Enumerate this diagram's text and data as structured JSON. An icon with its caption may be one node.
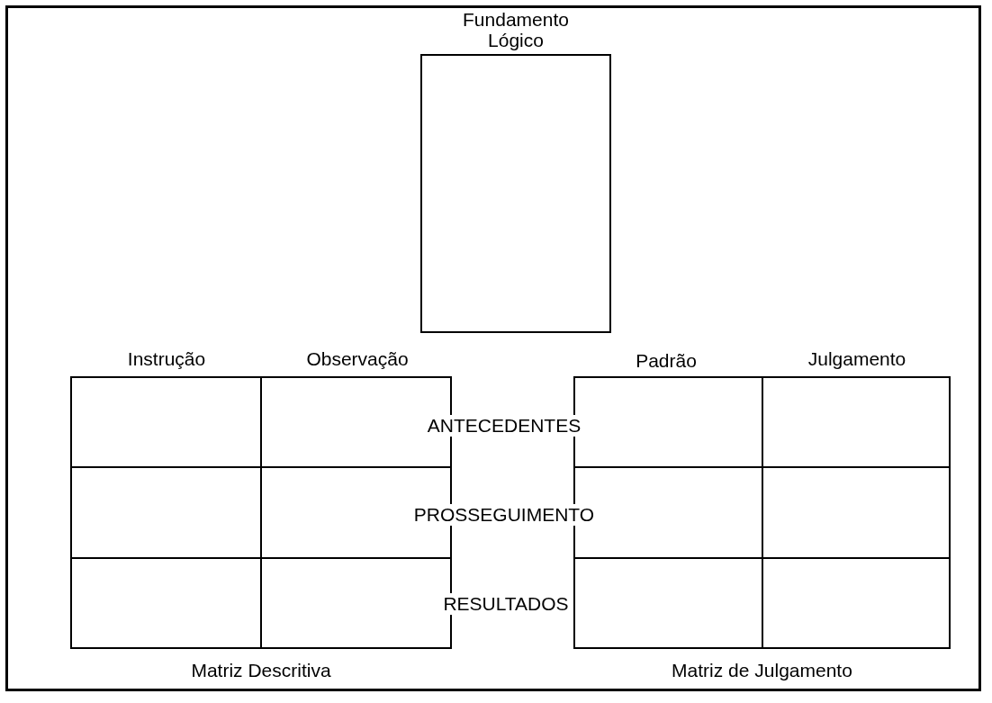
{
  "diagram": {
    "nodes": [
      {
        "text": [
          "Fundamento Lógico"
        ]
      },
      {
        "text": [],
        "shape": "box",
        "beside": [
          "Matriz Descritiva"
        ]
      },
      {
        "text": [],
        "shape": "box",
        "in": 1
      },
      {
        "text": [],
        "shape": "box",
        "in": 1
      },
      {
        "text": [],
        "shape": "box",
        "in": 1
      },
      {
        "text": [],
        "shape": "box",
        "in": 1
      },
      {
        "text": [],
        "shape": "box",
        "in": 1
      },
      {
        "text": [],
        "shape": "box",
        "in": 1
      },
      {
        "text": [],
        "shape": "box",
        "beside": [
          "Matriz de Julgamento"
        ]
      },
      {
        "text": [],
        "shape": "box",
        "in": 8
      },
      {
        "text": [],
        "shape": "box",
        "in": 8
      },
      {
        "text": [],
        "shape": "box",
        "in": 8
      },
      {
        "text": [],
        "shape": "box",
        "in": 8
      },
      {
        "text": [],
        "shape": "box",
        "in": 8
      },
      {
        "text": [],
        "shape": "box",
        "in": 8
      }
    ],
    "labels": [
      "Instrução",
      "Observação",
      "Padrão",
      "Julgamento",
      "ANTECEDENTES",
      "PROSSEGUIMENTO",
      "RESULTADOS"
    ]
  }
}
